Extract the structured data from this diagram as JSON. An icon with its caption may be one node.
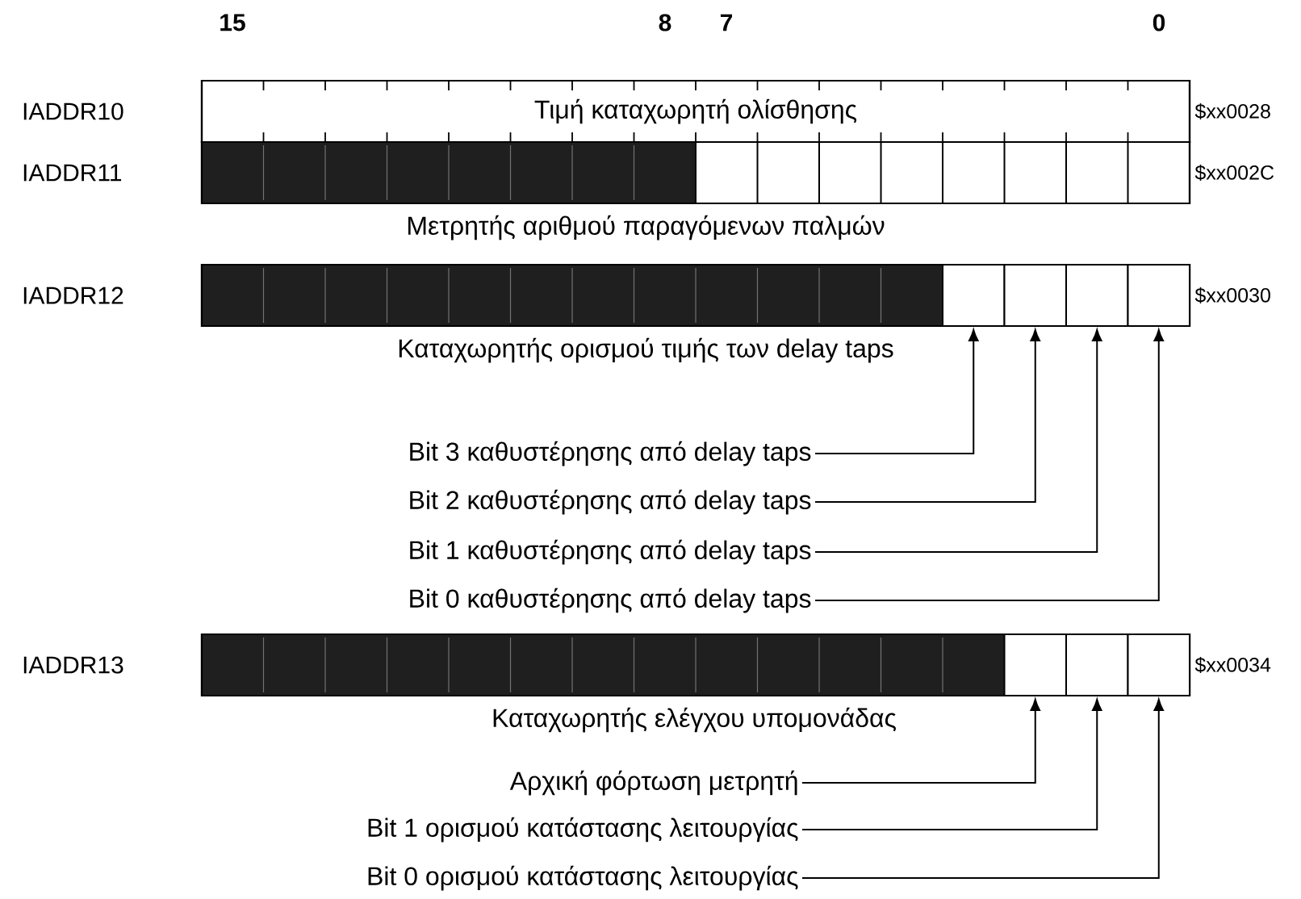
{
  "diagram": {
    "nodes": [
      {
        "text": [
          "Τιμή καταχωρητή ολίσθησης"
        ],
        "beside": [
          "IADDR10",
          "$xx0028"
        ]
      },
      {
        "text": [
          "Μετρητής αριθμού παραγόμενων παλμών"
        ],
        "beside": [
          "IADDR11",
          "$xx002C"
        ]
      },
      {
        "text": [
          "Καταχωρητής ορισμού τιμής των delay taps"
        ],
        "beside": [
          "IADDR12",
          "$xx0030"
        ]
      },
      {
        "text": [],
        "shape": "box",
        "in": 2
      },
      {
        "text": [],
        "shape": "box",
        "in": 2
      },
      {
        "text": [],
        "shape": "box",
        "in": 2
      },
      {
        "text": [],
        "shape": "box",
        "in": 2
      },
      {
        "text": [
          "Bit 3 καθυστέρησης από delay taps"
        ]
      },
      {
        "text": [
          "Bit 2 καθυστέρησης από delay taps"
        ]
      },
      {
        "text": [
          "Bit 1 καθυστέρησης από delay taps"
        ]
      },
      {
        "text": [
          "Bit 0 καθυστέρησης από delay taps"
        ]
      },
      {
        "text": [
          "Καταχωρητής ελέγχου υπομονάδας"
        ],
        "beside": [
          "IADDR13",
          "$xx0034"
        ]
      },
      {
        "text": [],
        "shape": "box",
        "in": 11
      },
      {
        "text": [],
        "shape": "box",
        "in": 11
      },
      {
        "text": [],
        "shape": "box",
        "in": 11
      },
      {
        "text": [
          "Αρχική φόρτωση μετρητή"
        ]
      },
      {
        "text": [
          "Bit 1 ορισμού κατάστασης λειτουργίας"
        ]
      },
      {
        "text": [
          "Bit 0 ορισμού κατάστασης λειτουργίας"
        ]
      }
    ],
    "edges": [
      {
        "from": 7,
        "to": 3,
        "arrow": "to"
      },
      {
        "from": 8,
        "to": 4,
        "arrow": "to"
      },
      {
        "from": 9,
        "to": 5,
        "arrow": "to"
      },
      {
        "from": 10,
        "to": 6,
        "arrow": "to"
      },
      {
        "from": 15,
        "to": 12,
        "arrow": "to"
      },
      {
        "from": 16,
        "to": 13,
        "arrow": "to"
      },
      {
        "from": 17,
        "to": 14,
        "arrow": "to"
      }
    ],
    "labels": [
      "15",
      "8",
      "7",
      "0"
    ]
  }
}
